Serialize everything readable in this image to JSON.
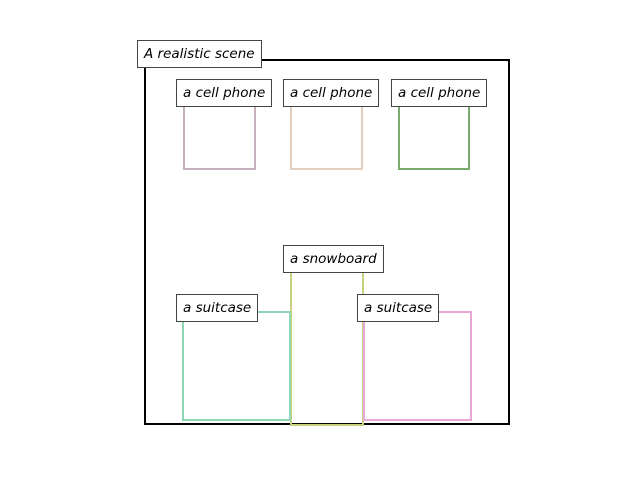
{
  "scene": {
    "label": "A realistic scene"
  },
  "boxes": [
    {
      "label": "a cell phone",
      "color": "#c7b0bd"
    },
    {
      "label": "a cell phone",
      "color": "#e3cfc0"
    },
    {
      "label": "a cell phone",
      "color": "#7aab6e"
    },
    {
      "label": "a snowboard",
      "color": "#c9d07f"
    },
    {
      "label": "a suitcase",
      "color": "#8fd6b5"
    },
    {
      "label": "a suitcase",
      "color": "#e8a8d6"
    }
  ]
}
